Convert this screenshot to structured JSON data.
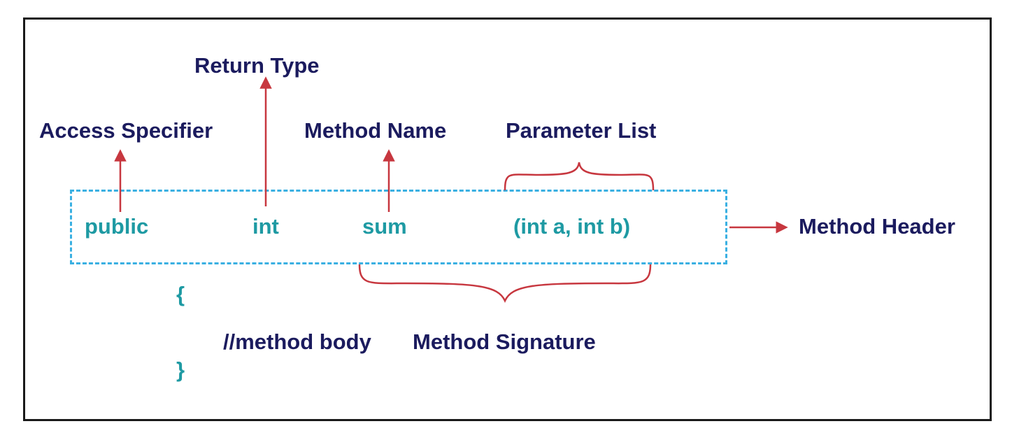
{
  "labels": {
    "return_type": "Return Type",
    "access_specifier": "Access Specifier",
    "method_name": "Method Name",
    "parameter_list": "Parameter List",
    "method_header": "Method Header",
    "method_signature": "Method Signature",
    "method_body_comment": "//method body"
  },
  "code": {
    "access": "public",
    "return_type": "int",
    "name": "sum",
    "params": "(int a, int b)",
    "open_brace": "{",
    "close_brace": "}"
  },
  "colors": {
    "label": "#1b1b5e",
    "code": "#1e9aa3",
    "arrow": "#c7373f",
    "dashed_box": "#3ab0e2",
    "frame": "#1a1a1a"
  }
}
